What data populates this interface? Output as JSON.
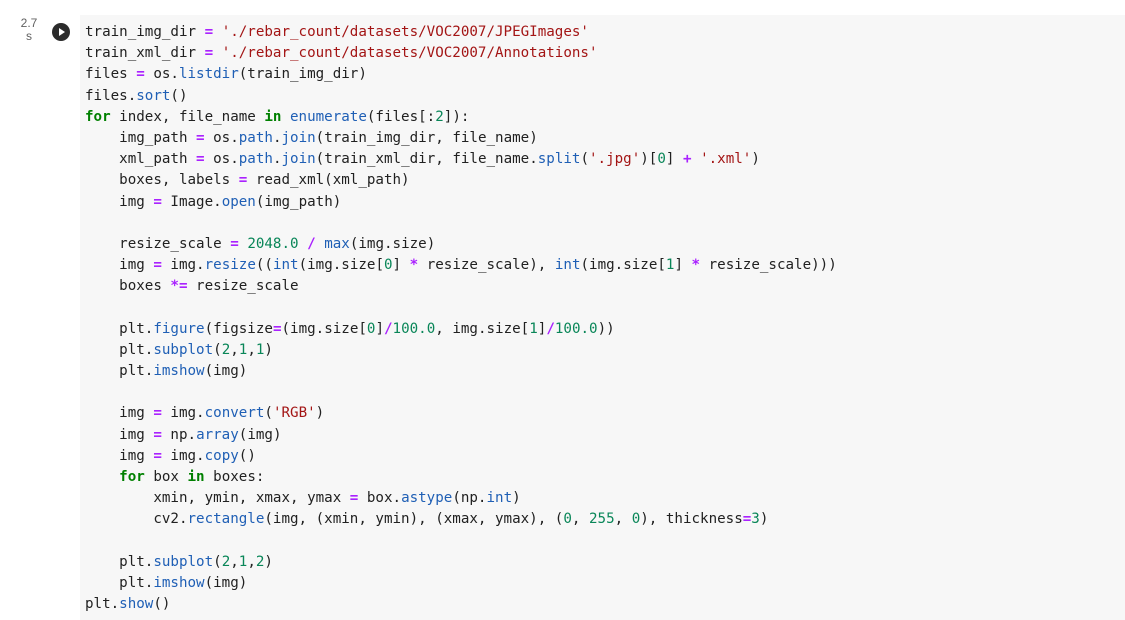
{
  "cell": {
    "execution_time": "2.7\ns",
    "run_icon": "play-circle-icon"
  },
  "colors": {
    "editor_background": "#f7f7f7",
    "keyword": "#008000",
    "operator": "#aa22ff",
    "string": "#a31515",
    "number": "#098658",
    "function": "#1f5fb5"
  },
  "code_lines": [
    [
      [
        "t",
        "train_img_dir "
      ],
      [
        "o",
        "="
      ],
      [
        "t",
        " "
      ],
      [
        "s",
        "'./rebar_count/datasets/VOC2007/JPEGImages'"
      ]
    ],
    [
      [
        "t",
        "train_xml_dir "
      ],
      [
        "o",
        "="
      ],
      [
        "t",
        " "
      ],
      [
        "s",
        "'./rebar_count/datasets/VOC2007/Annotations'"
      ]
    ],
    [
      [
        "t",
        "files "
      ],
      [
        "o",
        "="
      ],
      [
        "t",
        " os."
      ],
      [
        "f",
        "listdir"
      ],
      [
        "t",
        "(train_img_dir)"
      ]
    ],
    [
      [
        "t",
        "files."
      ],
      [
        "f",
        "sort"
      ],
      [
        "t",
        "()"
      ]
    ],
    [
      [
        "k",
        "for"
      ],
      [
        "t",
        " index, file_name "
      ],
      [
        "k",
        "in"
      ],
      [
        "t",
        " "
      ],
      [
        "f",
        "enumerate"
      ],
      [
        "t",
        "(files[:"
      ],
      [
        "n",
        "2"
      ],
      [
        "t",
        "]):"
      ]
    ],
    [
      [
        "t",
        "    img_path "
      ],
      [
        "o",
        "="
      ],
      [
        "t",
        " os."
      ],
      [
        "f",
        "path"
      ],
      [
        "t",
        "."
      ],
      [
        "f",
        "join"
      ],
      [
        "t",
        "(train_img_dir, file_name)"
      ]
    ],
    [
      [
        "t",
        "    xml_path "
      ],
      [
        "o",
        "="
      ],
      [
        "t",
        " os."
      ],
      [
        "f",
        "path"
      ],
      [
        "t",
        "."
      ],
      [
        "f",
        "join"
      ],
      [
        "t",
        "(train_xml_dir, file_name."
      ],
      [
        "f",
        "split"
      ],
      [
        "t",
        "("
      ],
      [
        "s",
        "'.jpg'"
      ],
      [
        "t",
        ")["
      ],
      [
        "n",
        "0"
      ],
      [
        "t",
        "] "
      ],
      [
        "o",
        "+"
      ],
      [
        "t",
        " "
      ],
      [
        "s",
        "'.xml'"
      ],
      [
        "t",
        ")"
      ]
    ],
    [
      [
        "t",
        "    boxes, labels "
      ],
      [
        "o",
        "="
      ],
      [
        "t",
        " read_xml(xml_path)"
      ]
    ],
    [
      [
        "t",
        "    img "
      ],
      [
        "o",
        "="
      ],
      [
        "t",
        " Image."
      ],
      [
        "f",
        "open"
      ],
      [
        "t",
        "(img_path)"
      ]
    ],
    [],
    [
      [
        "t",
        "    resize_scale "
      ],
      [
        "o",
        "="
      ],
      [
        "t",
        " "
      ],
      [
        "n",
        "2048.0"
      ],
      [
        "t",
        " "
      ],
      [
        "o",
        "/"
      ],
      [
        "t",
        " "
      ],
      [
        "f",
        "max"
      ],
      [
        "t",
        "(img.size)"
      ]
    ],
    [
      [
        "t",
        "    img "
      ],
      [
        "o",
        "="
      ],
      [
        "t",
        " img."
      ],
      [
        "f",
        "resize"
      ],
      [
        "t",
        "(("
      ],
      [
        "f",
        "int"
      ],
      [
        "t",
        "(img.size["
      ],
      [
        "n",
        "0"
      ],
      [
        "t",
        "] "
      ],
      [
        "o",
        "*"
      ],
      [
        "t",
        " resize_scale), "
      ],
      [
        "f",
        "int"
      ],
      [
        "t",
        "(img.size["
      ],
      [
        "n",
        "1"
      ],
      [
        "t",
        "] "
      ],
      [
        "o",
        "*"
      ],
      [
        "t",
        " resize_scale)))"
      ]
    ],
    [
      [
        "t",
        "    boxes "
      ],
      [
        "o",
        "*="
      ],
      [
        "t",
        " resize_scale"
      ]
    ],
    [],
    [
      [
        "t",
        "    plt."
      ],
      [
        "f",
        "figure"
      ],
      [
        "t",
        "(figsize"
      ],
      [
        "o",
        "="
      ],
      [
        "t",
        "(img.size["
      ],
      [
        "n",
        "0"
      ],
      [
        "t",
        "]"
      ],
      [
        "o",
        "/"
      ],
      [
        "n",
        "100.0"
      ],
      [
        "t",
        ", img.size["
      ],
      [
        "n",
        "1"
      ],
      [
        "t",
        "]"
      ],
      [
        "o",
        "/"
      ],
      [
        "n",
        "100.0"
      ],
      [
        "t",
        "))"
      ]
    ],
    [
      [
        "t",
        "    plt."
      ],
      [
        "f",
        "subplot"
      ],
      [
        "t",
        "("
      ],
      [
        "n",
        "2"
      ],
      [
        "t",
        ","
      ],
      [
        "n",
        "1"
      ],
      [
        "t",
        ","
      ],
      [
        "n",
        "1"
      ],
      [
        "t",
        ")"
      ]
    ],
    [
      [
        "t",
        "    plt."
      ],
      [
        "f",
        "imshow"
      ],
      [
        "t",
        "(img)"
      ]
    ],
    [],
    [
      [
        "t",
        "    img "
      ],
      [
        "o",
        "="
      ],
      [
        "t",
        " img."
      ],
      [
        "f",
        "convert"
      ],
      [
        "t",
        "("
      ],
      [
        "s",
        "'RGB'"
      ],
      [
        "t",
        ")"
      ]
    ],
    [
      [
        "t",
        "    img "
      ],
      [
        "o",
        "="
      ],
      [
        "t",
        " np."
      ],
      [
        "f",
        "array"
      ],
      [
        "t",
        "(img)"
      ]
    ],
    [
      [
        "t",
        "    img "
      ],
      [
        "o",
        "="
      ],
      [
        "t",
        " img."
      ],
      [
        "f",
        "copy"
      ],
      [
        "t",
        "()"
      ]
    ],
    [
      [
        "t",
        "    "
      ],
      [
        "k",
        "for"
      ],
      [
        "t",
        " box "
      ],
      [
        "k",
        "in"
      ],
      [
        "t",
        " boxes:"
      ]
    ],
    [
      [
        "t",
        "        xmin, ymin, xmax, ymax "
      ],
      [
        "o",
        "="
      ],
      [
        "t",
        " box."
      ],
      [
        "f",
        "astype"
      ],
      [
        "t",
        "(np."
      ],
      [
        "f",
        "int"
      ],
      [
        "t",
        ")"
      ]
    ],
    [
      [
        "t",
        "        cv2."
      ],
      [
        "f",
        "rectangle"
      ],
      [
        "t",
        "(img, (xmin, ymin), (xmax, ymax), ("
      ],
      [
        "n",
        "0"
      ],
      [
        "t",
        ", "
      ],
      [
        "n",
        "255"
      ],
      [
        "t",
        ", "
      ],
      [
        "n",
        "0"
      ],
      [
        "t",
        "), thickness"
      ],
      [
        "o",
        "="
      ],
      [
        "n",
        "3"
      ],
      [
        "t",
        ")"
      ]
    ],
    [],
    [
      [
        "t",
        "    plt."
      ],
      [
        "f",
        "subplot"
      ],
      [
        "t",
        "("
      ],
      [
        "n",
        "2"
      ],
      [
        "t",
        ","
      ],
      [
        "n",
        "1"
      ],
      [
        "t",
        ","
      ],
      [
        "n",
        "2"
      ],
      [
        "t",
        ")"
      ]
    ],
    [
      [
        "t",
        "    plt."
      ],
      [
        "f",
        "imshow"
      ],
      [
        "t",
        "(img)"
      ]
    ],
    [
      [
        "t",
        "plt."
      ],
      [
        "f",
        "show"
      ],
      [
        "t",
        "()"
      ]
    ]
  ]
}
